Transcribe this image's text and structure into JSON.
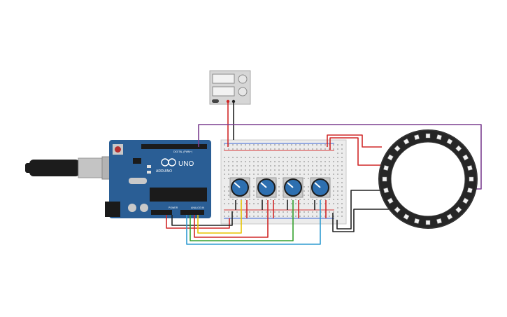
{
  "arduino": {
    "brand": "ARDUINO",
    "model": "UNO",
    "digital_label": "DIGITAL (PWM~)",
    "power_label": "POWER",
    "analog_label": "ANALOG IN",
    "board_color": "#2a5e95",
    "chip_color": "#1b1b1b"
  },
  "usb_cable": {
    "color": "#1c1c1c",
    "plug_color": "#c4c4c4"
  },
  "power_supply": {
    "body_color": "#d6d6d6",
    "display_color": "#f2f2f2"
  },
  "breadboard": {
    "color": "#ececec",
    "red_rail": "#d63a3a",
    "blue_rail": "#3a63d6"
  },
  "potentiometers": [
    {
      "id": "pot-1",
      "color": "#2d6fb0"
    },
    {
      "id": "pot-2",
      "color": "#2d6fb0"
    },
    {
      "id": "pot-3",
      "color": "#2d6fb0"
    },
    {
      "id": "pot-4",
      "color": "#2d6fb0"
    }
  ],
  "neopixel_ring": {
    "pixel_count": 24,
    "ring_color": "#262626",
    "pixel_color": "#f2f2f2"
  },
  "wire_colors": {
    "power": "#d02828",
    "ground": "#222222",
    "data": "#7b3f8f",
    "pot1": "#e8c400",
    "pot2": "#d02828",
    "pot3": "#35a12e",
    "pot4": "#2f9bd1"
  }
}
